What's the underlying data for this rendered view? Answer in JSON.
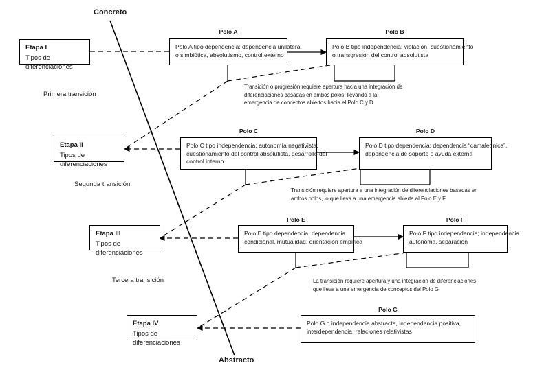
{
  "diagram": {
    "axis": {
      "top_label": "Concreto",
      "bottom_label": "Abstracto"
    },
    "transitions": [
      {
        "line1": "Primera",
        "line2": "transición"
      },
      {
        "line1": "Segunda",
        "line2": "transición"
      },
      {
        "line1": "Tercera",
        "line2": "transición"
      }
    ],
    "stages": [
      {
        "title": "Etapa I",
        "subtitle": "Tipos de diferenciaciones"
      },
      {
        "title": "Etapa II",
        "subtitle": "Tipos de diferenciaciones"
      },
      {
        "title": "Etapa III",
        "subtitle": "Tipos de diferenciaciones"
      },
      {
        "title": "Etapa IV",
        "subtitle": "Tipos de diferenciaciones"
      }
    ],
    "poles": [
      {
        "caption": "Polo A",
        "line1": "Polo A tipo dependencia; dependencia unilateral",
        "line2": "o simbiótica, absolutismo, control externo",
        "line3": ""
      },
      {
        "caption": "Polo B",
        "line1": "Polo B tipo independencia; violación, cuestionamiento",
        "line2": "o transgresión del control absolutista",
        "line3": ""
      },
      {
        "caption": "Polo C",
        "line1": "Polo C  tipo independencia; autonomía negativista,",
        "line2": "cuestionamiento del control absolutista, desarrollo del",
        "line3": "control interno"
      },
      {
        "caption": "Polo D",
        "line1": "Polo D  tipo dependencia; dependencia “camaleónica”,",
        "line2": "dependencia de soporte o ayuda externa",
        "line3": ""
      },
      {
        "caption": "Polo E",
        "line1": "Polo E  tipo dependencia; dependencia",
        "line2": "condicional, mutualidad, orientación empírica",
        "line3": ""
      },
      {
        "caption": "Polo F",
        "line1": "Polo F  tipo independencia; independencia",
        "line2": "autónoma, separación",
        "line3": ""
      },
      {
        "caption": "Polo G",
        "line1": "Polo G  o independencia abstracta, independencia positiva,",
        "line2": "interdependencia, relaciones relativistas",
        "line3": ""
      }
    ],
    "notes": [
      {
        "line1": "Transición o progresión requiere apertura hacia una integración de",
        "line2": "diferenciaciones  basadas en ambos polos, llevando a la",
        "line3": "emergencia de conceptos abiertos hacia el Polo C y D"
      },
      {
        "line1": "Transición requiere apertura a una integración de diferenciaciones basadas en",
        "line2": "ambos polos, lo que lleva a una emergencia abierta al Polo E y F",
        "line3": ""
      },
      {
        "line1": "La transición requiere apertura y una integración de diferenciaciones",
        "line2": "que lleva a una emergencia de conceptos del Polo G",
        "line3": ""
      }
    ],
    "colors": {
      "stroke": "#000000",
      "text": "#1a1a1a",
      "background": "#ffffff"
    }
  }
}
